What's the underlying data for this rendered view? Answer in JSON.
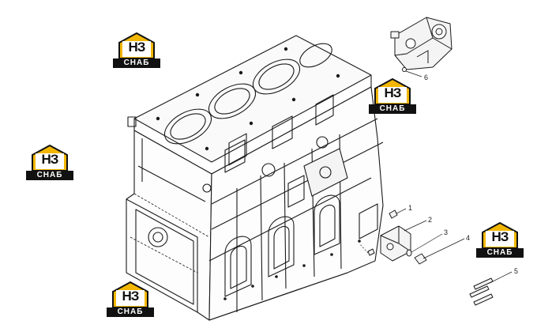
{
  "brand": {
    "mono": "НЗ",
    "name": "СНАБ",
    "accent": "#f2b705",
    "dark": "#111111"
  },
  "callouts": [
    "1",
    "2",
    "3",
    "4",
    "5",
    "6"
  ],
  "icons": [
    "house-logo-icon"
  ]
}
